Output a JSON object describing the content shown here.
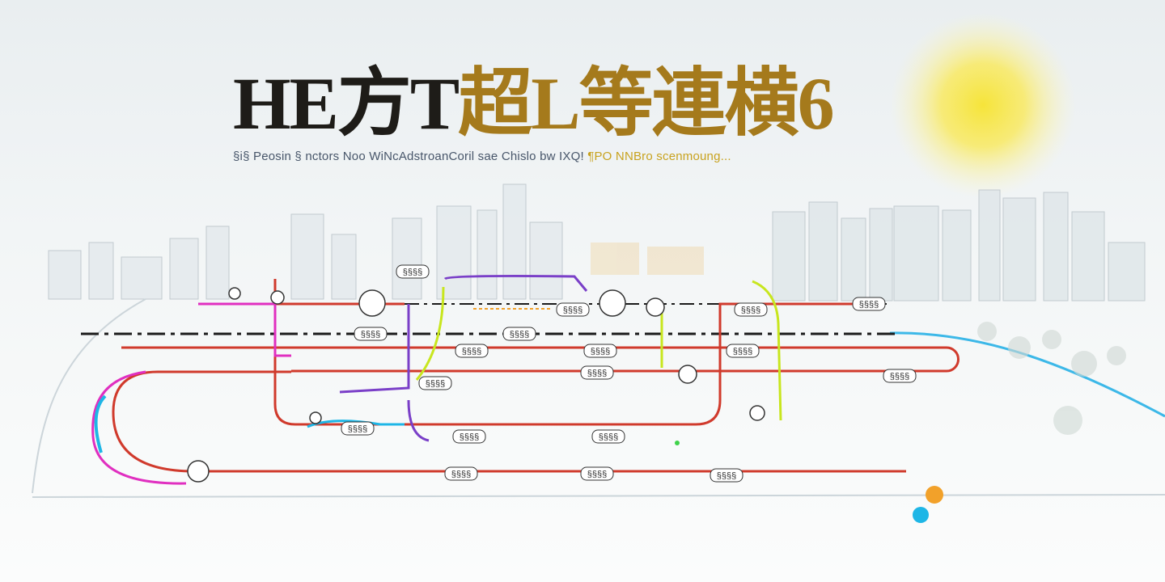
{
  "title": {
    "dark": "HE方T",
    "gold": "超L等連横6"
  },
  "subtitle": {
    "main": "§i§ Peosin § nctors Noo WiNcAdstroanCoril sae Chislo bw IXQ! ",
    "accent": "¶PO NNBro scenmoung..."
  },
  "colors": {
    "red": "#d03a2c",
    "magenta": "#e02fc0",
    "purple": "#7a3fc8",
    "lime": "#c8e61e",
    "cyan": "#1eb6e6",
    "black": "#1a1a1a",
    "orange": "#f2a12a",
    "sun": "#f6e43a"
  },
  "station_labels": [
    "§§§§",
    "§§§§",
    "§§§§",
    "§§§§",
    "§§§§",
    "§§§§",
    "§§§§",
    "§§§§",
    "§§§§",
    "§§§§",
    "§§§§",
    "§§§§",
    "§§§§",
    "§§§§",
    "§§§§",
    "§§§§",
    "§§§§",
    "§§§§"
  ]
}
